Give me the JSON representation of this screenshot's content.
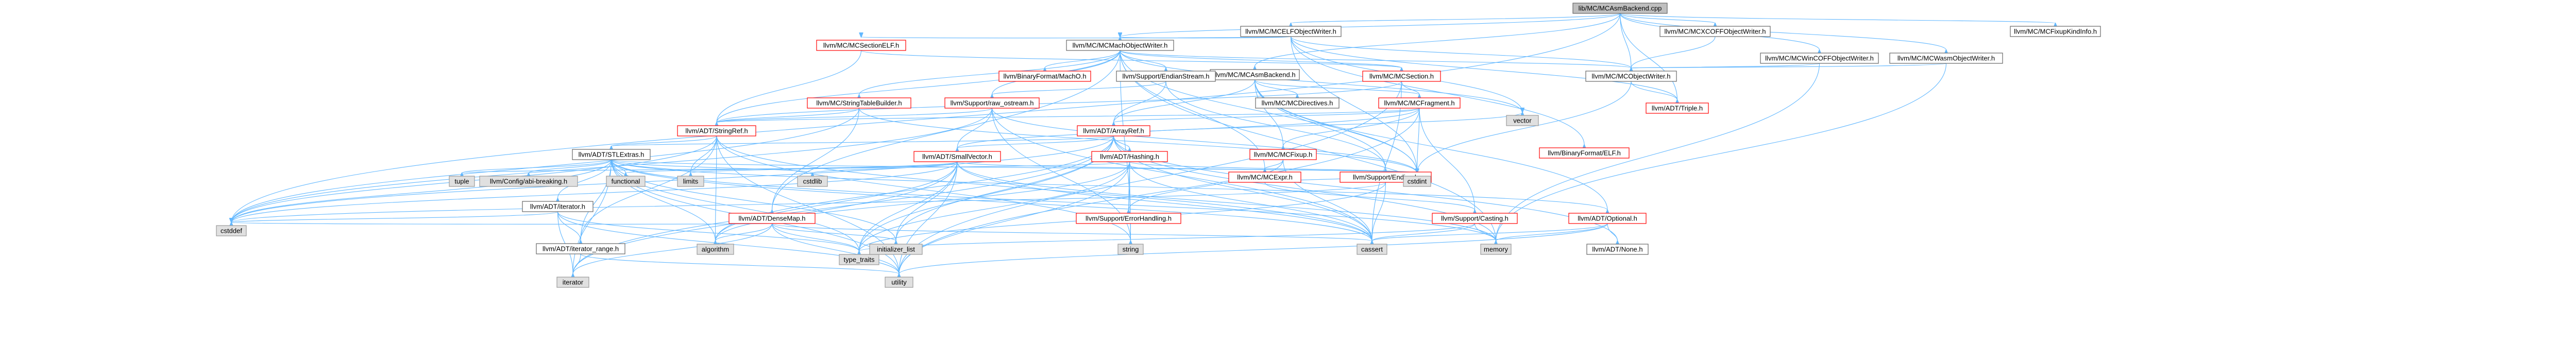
{
  "colors": {
    "root_fill": "#bfbfbf",
    "root_stroke": "#666666",
    "normal_fill": "#ffffff",
    "normal_stroke": "#666666",
    "red_stroke": "#ff0000",
    "leaf_fill": "#e0e0e0",
    "leaf_stroke": "#999999",
    "edge": "#63b8ff",
    "text": "#000000"
  },
  "nodes": [
    {
      "id": "root",
      "label": "lib/MC/MCAsmBackend.cpp",
      "kind": "root"
    },
    {
      "id": "elfobj",
      "label": "llvm/MC/MCELFObjectWriter.h",
      "kind": "normal"
    },
    {
      "id": "xcoff",
      "label": "llvm/MC/MCXCOFFObjectWriter.h",
      "kind": "normal"
    },
    {
      "id": "wincoff",
      "label": "llvm/MC/MCWinCOFFObjectWriter.h",
      "kind": "normal"
    },
    {
      "id": "wasm",
      "label": "llvm/MC/MCWasmObjectWriter.h",
      "kind": "normal"
    },
    {
      "id": "fixupkind",
      "label": "llvm/MC/MCFixupKindInfo.h",
      "kind": "normal"
    },
    {
      "id": "sectionelf",
      "label": "llvm/MC/MCSectionELF.h",
      "kind": "red"
    },
    {
      "id": "macho",
      "label": "llvm/MC/MCMachObjectWriter.h",
      "kind": "normal"
    },
    {
      "id": "objwriter",
      "label": "llvm/MC/MCObjectWriter.h",
      "kind": "normal"
    },
    {
      "id": "asmbackend",
      "label": "llvm/MC/MCAsmBackend.h",
      "kind": "normal"
    },
    {
      "id": "mcsection",
      "label": "llvm/MC/MCSection.h",
      "kind": "red"
    },
    {
      "id": "bfmacho",
      "label": "llvm/BinaryFormat/MachO.h",
      "kind": "red"
    },
    {
      "id": "endianstream",
      "label": "llvm/Support/EndianStream.h",
      "kind": "normal"
    },
    {
      "id": "triple",
      "label": "llvm/ADT/Triple.h",
      "kind": "red"
    },
    {
      "id": "bfelf",
      "label": "llvm/BinaryFormat/ELF.h",
      "kind": "red"
    },
    {
      "id": "strtab",
      "label": "llvm/MC/StringTableBuilder.h",
      "kind": "red"
    },
    {
      "id": "rawostream",
      "label": "llvm/Support/raw_ostream.h",
      "kind": "red"
    },
    {
      "id": "directives",
      "label": "llvm/MC/MCDirectives.h",
      "kind": "normal"
    },
    {
      "id": "fragment",
      "label": "llvm/MC/MCFragment.h",
      "kind": "red"
    },
    {
      "id": "stringref",
      "label": "llvm/ADT/StringRef.h",
      "kind": "red"
    },
    {
      "id": "arrayref",
      "label": "llvm/ADT/ArrayRef.h",
      "kind": "red"
    },
    {
      "id": "mcfixup",
      "label": "llvm/MC/MCFixup.h",
      "kind": "red"
    },
    {
      "id": "stlextras",
      "label": "llvm/ADT/STLExtras.h",
      "kind": "normal"
    },
    {
      "id": "smallvector",
      "label": "llvm/ADT/SmallVector.h",
      "kind": "red"
    },
    {
      "id": "hashing",
      "label": "llvm/ADT/Hashing.h",
      "kind": "red"
    },
    {
      "id": "mcexpr",
      "label": "llvm/MC/MCExpr.h",
      "kind": "red"
    },
    {
      "id": "endian",
      "label": "llvm/Support/Endian.h",
      "kind": "red"
    },
    {
      "id": "vector",
      "label": "vector",
      "kind": "leaf"
    },
    {
      "id": "tuple",
      "label": "tuple",
      "kind": "leaf"
    },
    {
      "id": "configbreak",
      "label": "llvm/Config/abi-breaking.h",
      "kind": "leaf"
    },
    {
      "id": "iteratorh",
      "label": "llvm/ADT/iterator.h",
      "kind": "normal"
    },
    {
      "id": "functional",
      "label": "functional",
      "kind": "leaf"
    },
    {
      "id": "limits",
      "label": "limits",
      "kind": "leaf"
    },
    {
      "id": "densemap",
      "label": "llvm/ADT/DenseMap.h",
      "kind": "red"
    },
    {
      "id": "cstdlib",
      "label": "cstdlib",
      "kind": "leaf"
    },
    {
      "id": "errorhandling",
      "label": "llvm/Support/ErrorHandling.h",
      "kind": "red"
    },
    {
      "id": "cstdint",
      "label": "cstdint",
      "kind": "leaf"
    },
    {
      "id": "casting",
      "label": "llvm/Support/Casting.h",
      "kind": "red"
    },
    {
      "id": "optional",
      "label": "llvm/ADT/Optional.h",
      "kind": "red"
    },
    {
      "id": "cstddef",
      "label": "cstddef",
      "kind": "leaf"
    },
    {
      "id": "iterrange",
      "label": "llvm/ADT/iterator_range.h",
      "kind": "normal"
    },
    {
      "id": "algorithm",
      "label": "algorithm",
      "kind": "leaf"
    },
    {
      "id": "typetraits",
      "label": "type_traits",
      "kind": "leaf"
    },
    {
      "id": "initlist",
      "label": "initializer_list",
      "kind": "leaf"
    },
    {
      "id": "string",
      "label": "string",
      "kind": "leaf"
    },
    {
      "id": "cassert",
      "label": "cassert",
      "kind": "leaf"
    },
    {
      "id": "memory",
      "label": "memory",
      "kind": "leaf"
    },
    {
      "id": "none",
      "label": "llvm/ADT/None.h",
      "kind": "normal"
    },
    {
      "id": "iterator",
      "label": "iterator",
      "kind": "leaf"
    },
    {
      "id": "utility",
      "label": "utility",
      "kind": "leaf"
    }
  ],
  "edges": [
    [
      "root",
      "elfobj"
    ],
    [
      "root",
      "xcoff"
    ],
    [
      "root",
      "wincoff"
    ],
    [
      "root",
      "wasm"
    ],
    [
      "root",
      "fixupkind"
    ],
    [
      "root",
      "objwriter"
    ],
    [
      "root",
      "asmbackend"
    ],
    [
      "root",
      "macho"
    ],
    [
      "root",
      "cstddef"
    ],
    [
      "root",
      "triple"
    ],
    [
      "elfobj",
      "sectionelf"
    ],
    [
      "elfobj",
      "macho"
    ],
    [
      "elfobj",
      "objwriter"
    ],
    [
      "elfobj",
      "triple"
    ],
    [
      "elfobj",
      "bfelf"
    ],
    [
      "elfobj",
      "vector"
    ],
    [
      "elfobj",
      "cstdint"
    ],
    [
      "xcoff",
      "objwriter"
    ],
    [
      "wincoff",
      "objwriter"
    ],
    [
      "wincoff",
      "memory"
    ],
    [
      "wasm",
      "objwriter"
    ],
    [
      "wasm",
      "memory"
    ],
    [
      "sectionelf",
      "stringref"
    ],
    [
      "sectionelf",
      "mcsection"
    ],
    [
      "macho",
      "bfmacho"
    ],
    [
      "macho",
      "endianstream"
    ],
    [
      "macho",
      "strtab"
    ],
    [
      "macho",
      "rawostream"
    ],
    [
      "macho",
      "mcsection"
    ],
    [
      "macho",
      "mcexpr"
    ],
    [
      "macho",
      "objwriter"
    ],
    [
      "macho",
      "densemap"
    ],
    [
      "macho",
      "stringref"
    ],
    [
      "macho",
      "vector"
    ],
    [
      "macho",
      "memory"
    ],
    [
      "macho",
      "string"
    ],
    [
      "macho",
      "cstdint"
    ],
    [
      "objwriter",
      "triple"
    ],
    [
      "objwriter",
      "cstdint"
    ],
    [
      "asmbackend",
      "directives"
    ],
    [
      "asmbackend",
      "fragment"
    ],
    [
      "asmbackend",
      "mcfixup"
    ],
    [
      "asmbackend",
      "arrayref"
    ],
    [
      "asmbackend",
      "endian"
    ],
    [
      "asmbackend",
      "optional"
    ],
    [
      "asmbackend",
      "cstdint"
    ],
    [
      "mcsection",
      "fragment"
    ],
    [
      "mcsection",
      "stringref"
    ],
    [
      "mcsection",
      "cassert"
    ],
    [
      "mcsection",
      "utility"
    ],
    [
      "endianstream",
      "endian"
    ],
    [
      "endianstream",
      "arrayref"
    ],
    [
      "endianstream",
      "rawostream"
    ],
    [
      "strtab",
      "densemap"
    ],
    [
      "strtab",
      "stringref"
    ],
    [
      "strtab",
      "cstddef"
    ],
    [
      "strtab",
      "cstdint"
    ],
    [
      "rawostream",
      "stringref"
    ],
    [
      "rawostream",
      "smallvector"
    ],
    [
      "rawostream",
      "cassert"
    ],
    [
      "rawostream",
      "cstddef"
    ],
    [
      "rawostream",
      "cstdint"
    ],
    [
      "rawostream",
      "string"
    ],
    [
      "rawostream",
      "system_error"
    ],
    [
      "fragment",
      "arrayref"
    ],
    [
      "fragment",
      "smallvector"
    ],
    [
      "fragment",
      "stringref"
    ],
    [
      "fragment",
      "mcfixup"
    ],
    [
      "fragment",
      "casting"
    ],
    [
      "fragment",
      "cstdint"
    ],
    [
      "fragment",
      "utility"
    ],
    [
      "stringref",
      "stlextras"
    ],
    [
      "stringref",
      "iterrange"
    ],
    [
      "stringref",
      "algorithm"
    ],
    [
      "stringref",
      "cassert"
    ],
    [
      "stringref",
      "cstddef"
    ],
    [
      "stringref",
      "cstring"
    ],
    [
      "stringref",
      "limits"
    ],
    [
      "stringref",
      "string"
    ],
    [
      "stringref",
      "type_traits"
    ],
    [
      "stringref",
      "utility"
    ],
    [
      "arrayref",
      "hashing"
    ],
    [
      "arrayref",
      "none"
    ],
    [
      "arrayref",
      "smallvector"
    ],
    [
      "arrayref",
      "stlextras"
    ],
    [
      "arrayref",
      "algorithm"
    ],
    [
      "arrayref",
      "cassert"
    ],
    [
      "arrayref",
      "cstddef"
    ],
    [
      "arrayref",
      "initlist"
    ],
    [
      "arrayref",
      "iterator"
    ],
    [
      "arrayref",
      "memory"
    ],
    [
      "arrayref",
      "typetraits"
    ],
    [
      "arrayref",
      "vector"
    ],
    [
      "mcfixup",
      "mcexpr"
    ],
    [
      "mcfixup",
      "errorhandling"
    ],
    [
      "mcfixup",
      "cassert"
    ],
    [
      "stlextras",
      "tuple"
    ],
    [
      "stlextras",
      "configbreak"
    ],
    [
      "stlextras",
      "iteratorh"
    ],
    [
      "stlextras",
      "functional"
    ],
    [
      "stlextras",
      "limits"
    ],
    [
      "stlextras",
      "iterrange"
    ],
    [
      "stlextras",
      "algorithm"
    ],
    [
      "stlextras",
      "cassert"
    ],
    [
      "stlextras",
      "cstddef"
    ],
    [
      "stlextras",
      "cstdint"
    ],
    [
      "stlextras",
      "cstdlib"
    ],
    [
      "stlextras",
      "initlist"
    ],
    [
      "stlextras",
      "iterator"
    ],
    [
      "stlextras",
      "memory"
    ],
    [
      "stlextras",
      "optional"
    ],
    [
      "stlextras",
      "typetraits"
    ],
    [
      "stlextras",
      "utility"
    ],
    [
      "smallvector",
      "algorithm"
    ],
    [
      "smallvector",
      "cassert"
    ],
    [
      "smallvector",
      "cstddef"
    ],
    [
      "smallvector",
      "cstdlib"
    ],
    [
      "smallvector",
      "cstring"
    ],
    [
      "smallvector",
      "functional"
    ],
    [
      "smallvector",
      "initlist"
    ],
    [
      "smallvector",
      "iterator"
    ],
    [
      "smallvector",
      "limits"
    ],
    [
      "smallvector",
      "memory"
    ],
    [
      "smallvector",
      "typetraits"
    ],
    [
      "smallvector",
      "utility"
    ],
    [
      "smallvector",
      "cstdint"
    ],
    [
      "hashing",
      "errorhandling"
    ],
    [
      "hashing",
      "cstring"
    ],
    [
      "hashing",
      "algorithm"
    ],
    [
      "hashing",
      "cassert"
    ],
    [
      "hashing",
      "string"
    ],
    [
      "hashing",
      "tuple"
    ],
    [
      "hashing",
      "typetraits"
    ],
    [
      "hashing",
      "utility"
    ],
    [
      "hashing",
      "cstdint"
    ],
    [
      "mcexpr",
      "casting"
    ],
    [
      "mcexpr",
      "cstdint"
    ],
    [
      "endian",
      "cassert"
    ],
    [
      "endian",
      "cstddef"
    ],
    [
      "endian",
      "cstdint"
    ],
    [
      "endian",
      "cstring"
    ],
    [
      "endian",
      "typetraits"
    ],
    [
      "iteratorh",
      "iterrange"
    ],
    [
      "iteratorh",
      "cstddef"
    ],
    [
      "iteratorh",
      "iterator"
    ],
    [
      "iteratorh",
      "typetraits"
    ],
    [
      "iteratorh",
      "utility"
    ],
    [
      "densemap",
      "algorithm"
    ],
    [
      "densemap",
      "cassert"
    ],
    [
      "densemap",
      "cstddef"
    ],
    [
      "densemap",
      "initlist"
    ],
    [
      "densemap",
      "iterator"
    ],
    [
      "densemap",
      "new"
    ],
    [
      "densemap",
      "typetraits"
    ],
    [
      "densemap",
      "utility"
    ],
    [
      "casting",
      "cassert"
    ],
    [
      "casting",
      "memory"
    ],
    [
      "casting",
      "typetraits"
    ],
    [
      "optional",
      "none"
    ],
    [
      "optional",
      "cassert"
    ],
    [
      "optional",
      "memory"
    ],
    [
      "optional",
      "new"
    ],
    [
      "optional",
      "utility"
    ],
    [
      "iterrange",
      "iterator"
    ],
    [
      "iterrange",
      "utility"
    ]
  ]
}
